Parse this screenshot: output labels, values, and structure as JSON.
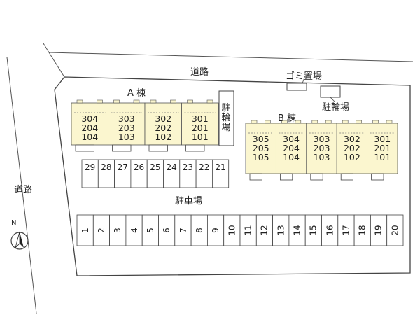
{
  "labels": {
    "road_top": "道路",
    "road_left": "道路",
    "garbage": "ゴミ置場",
    "bike_top": "駐輪場",
    "bike_side": "駐輪場",
    "building_a": "A 棟",
    "building_b": "B 棟",
    "parking": "駐車場",
    "compass": "N"
  },
  "building_a": {
    "units": [
      [
        "304",
        "204",
        "104"
      ],
      [
        "303",
        "203",
        "103"
      ],
      [
        "302",
        "202",
        "102"
      ],
      [
        "301",
        "201",
        "101"
      ]
    ]
  },
  "building_b": {
    "units": [
      [
        "305",
        "205",
        "105"
      ],
      [
        "304",
        "204",
        "104"
      ],
      [
        "303",
        "203",
        "103"
      ],
      [
        "302",
        "202",
        "102"
      ],
      [
        "301",
        "201",
        "101"
      ]
    ]
  },
  "parking_top": [
    "29",
    "28",
    "27",
    "26",
    "25",
    "24",
    "23",
    "22",
    "21"
  ],
  "parking_bottom": [
    "1",
    "2",
    "3",
    "4",
    "5",
    "6",
    "7",
    "8",
    "9",
    "10",
    "11",
    "12",
    "13",
    "14",
    "15",
    "16",
    "17",
    "18",
    "19",
    "20"
  ],
  "colors": {
    "building_fill": "#fbf6cf",
    "lot_fill": "#ffffff",
    "line": "#444444"
  }
}
